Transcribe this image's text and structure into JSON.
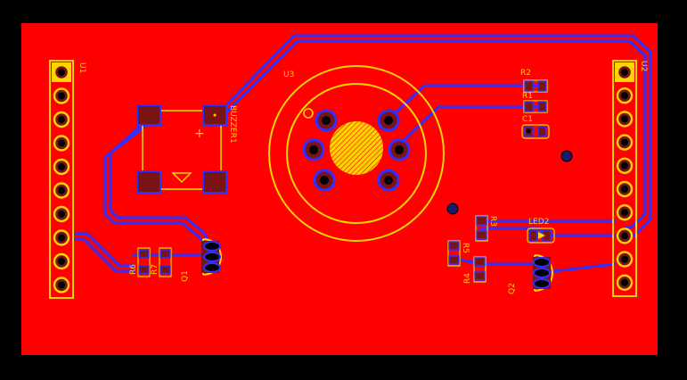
{
  "colors": {
    "background": "#000000",
    "board": "#ff0000",
    "trace": "#2f2fff",
    "silkscreen": "#ffd400",
    "pad": "#7a1414",
    "drill": "#000000",
    "via": "#1a1a6e"
  },
  "labels": {
    "u1": "U1",
    "u2": "U2",
    "u3": "U3",
    "buzzer": "BUZZER1",
    "q1": "Q1",
    "q2": "Q2",
    "r1": "R1",
    "r2": "R2",
    "r3": "R3",
    "r4": "R4",
    "r5": "R5",
    "r6": "R6",
    "r7": "R7",
    "c1": "C1",
    "led2": "LED2",
    "plus": "+"
  }
}
